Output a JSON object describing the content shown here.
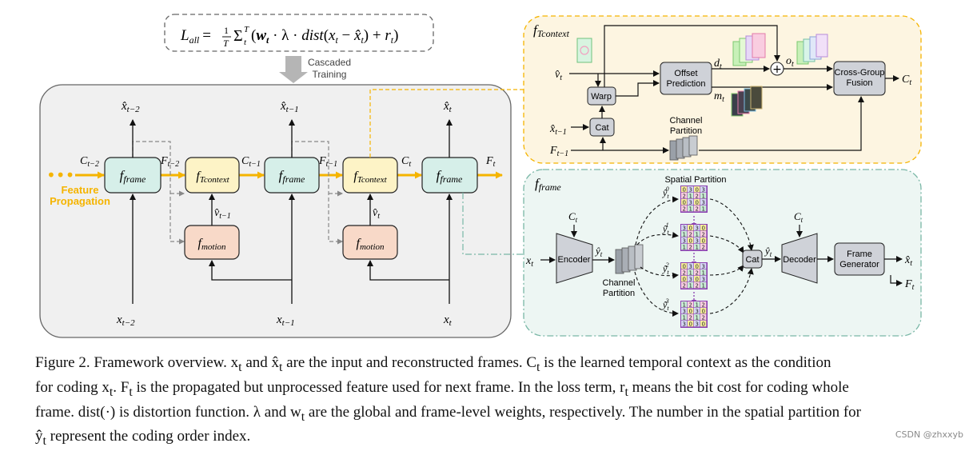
{
  "loss": {
    "lhs": "L",
    "lhs_sub": "all",
    "equals": "=",
    "frac_num": "1",
    "frac_den": "T",
    "sigma": "Σ",
    "sigma_sub": "t",
    "sigma_sup": "T",
    "w": "w",
    "w_sub": "t",
    "op_lambda": " · λ · ",
    "dist": "dist",
    "paren_open": "(",
    "x": "x",
    "x_sub": "t",
    "minus": " − ",
    "xhat": "x̂",
    "xhat_sub": "t",
    "paren_close": ")",
    "plus": " + ",
    "r": "r",
    "r_sub": "t",
    "close": ")",
    "trained_a": "Cascaded",
    "trained_b": "Training"
  },
  "left": {
    "dots": "•••",
    "prop_a": "Feature",
    "prop_b": "Propagation",
    "f": "f",
    "frame_sub": "frame",
    "tcontext_sub": "Tcontext",
    "motion_sub": "motion",
    "c_tm2": "C",
    "c_tm2_sub": "t−2",
    "f_tm2": "F",
    "f_tm2_sub": "t−2",
    "c_tm1": "C",
    "c_tm1_sub": "t−1",
    "f_tm1": "F",
    "f_tm1_sub": "t−1",
    "c_t": "C",
    "c_t_sub": "t",
    "f_t": "F",
    "f_t_sub": "t",
    "v_tm1": "v̂",
    "v_tm1_sub": "t−1",
    "v_t": "v̂",
    "v_t_sub": "t",
    "xh": "x̂",
    "xh_tm2_sub": "t−2",
    "xh_tm1_sub": "t−1",
    "xh_t_sub": "t",
    "x": "x",
    "x_tm2_sub": "t−2",
    "x_tm1_sub": "t−1",
    "x_t_sub": "t"
  },
  "tctx": {
    "title_f": "f",
    "title_sub": "Tcontext",
    "v": "v̂",
    "v_sub": "t",
    "xh": "x̂",
    "xh_sub": "t−1",
    "F": "F",
    "F_sub": "t−1",
    "warp": "Warp",
    "cat": "Cat",
    "offset_a": "Offset",
    "offset_b": "Prediction",
    "d": "d",
    "d_sub": "t",
    "o": "o",
    "o_sub": "t",
    "m": "m",
    "m_sub": "t",
    "plus": "+",
    "chan_a": "Channel",
    "chan_b": "Partition",
    "fusion_a": "Cross-Group",
    "fusion_b": "Fusion",
    "C": "C",
    "C_sub": "t"
  },
  "frame": {
    "title_f": "f",
    "title_sub": "frame",
    "x": "x",
    "x_sub": "t",
    "encoder": "Encoder",
    "y": "ŷ",
    "y_sub": "t",
    "chan_a": "Channel",
    "chan_b": "Partition",
    "spatial": "Spatial Partition",
    "yi": "ŷ",
    "yi_sub": "t",
    "yi_sup": [
      "0",
      "1",
      "2",
      "3"
    ],
    "C": "C",
    "C_sub": "t",
    "cat": "Cat",
    "decoder": "Decoder",
    "gen_a": "Frame",
    "gen_b": "Generator",
    "xh": "x̂",
    "xh_sub": "t",
    "F": "F",
    "F_sub": "t",
    "grids": [
      [
        "0303",
        "2121",
        "0303",
        "2121"
      ],
      [
        "3030",
        "1212",
        "3030",
        "1212"
      ],
      [
        "0303",
        "2121",
        "0303",
        "2121"
      ],
      [
        "1212",
        "3030",
        "1212",
        "3030"
      ]
    ]
  },
  "caption": {
    "line1": "Figure 2. Framework overview. x",
    "line1_sub": "t",
    "line1_b": " and x̂",
    "line1_b_sub": "t",
    "line1_c": " are the input and reconstructed frames. C",
    "line1_c_sub": "t",
    "line1_d": " is the learned temporal context as the condition",
    "line2": "for coding x",
    "line2_sub": "t",
    "line2_b": ". F",
    "line2_b_sub": "t",
    "line2_c": " is the propagated but unprocessed feature used for next frame. In the loss term, r",
    "line2_c_sub": "t",
    "line2_d": " means the bit cost for coding whole",
    "line3": "frame. dist(·) is distortion function. λ and w",
    "line3_sub": "t",
    "line3_b": " are the global and frame-level weights, respectively. The number in the spatial partition for",
    "line4": "ŷ",
    "line4_sub": "t",
    "line4_b": " represent the coding order index."
  },
  "watermark": "CSDN @zhxxyb",
  "colors": {
    "frame_fill": "#d6efe9",
    "tcontext_fill": "#fdf3c6",
    "motion_fill": "#f8d9c8",
    "orange": "#f5b400",
    "panel_left": "#f0f0f0",
    "panel_tctx": "#fdf5e1",
    "panel_frame": "#edf6f3",
    "block_gray": "#cfd2d8"
  }
}
